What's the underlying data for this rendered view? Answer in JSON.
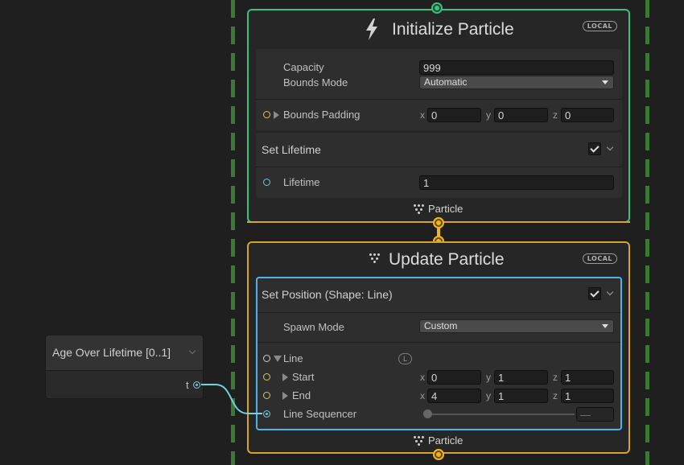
{
  "colors": {
    "background": "#1f1f1f",
    "init_border": "#3cc07a",
    "update_border": "#d9a22b",
    "selected_block": "#4fb3e8",
    "flow_dash": "#3a7a32"
  },
  "initialize": {
    "title": "Initialize Particle",
    "icon": "lightning-icon",
    "badge": "LOCAL",
    "capacity_label": "Capacity",
    "capacity_value": "999",
    "bounds_mode_label": "Bounds Mode",
    "bounds_mode_value": "Automatic",
    "bounds_padding_label": "Bounds Padding",
    "bounds_padding": {
      "x_label": "x",
      "x": "0",
      "y_label": "y",
      "y": "0",
      "z_label": "z",
      "z": "0"
    },
    "set_lifetime": {
      "title": "Set Lifetime",
      "enabled": true,
      "lifetime_label": "Lifetime",
      "lifetime_value": "1"
    },
    "output_label": "Particle"
  },
  "update": {
    "title": "Update Particle",
    "icon": "particles-icon",
    "badge": "LOCAL",
    "set_position": {
      "title": "Set Position (Shape: Line)",
      "enabled": true,
      "spawn_mode_label": "Spawn Mode",
      "spawn_mode_value": "Custom",
      "line_label": "Line",
      "line_space_badge": "L",
      "start_label": "Start",
      "start": {
        "x_label": "x",
        "x": "0",
        "y_label": "y",
        "y": "1",
        "z_label": "z",
        "z": "1"
      },
      "end_label": "End",
      "end": {
        "x_label": "x",
        "x": "4",
        "y_label": "y",
        "y": "1",
        "z_label": "z",
        "z": "1"
      },
      "line_sequencer_label": "Line Sequencer",
      "line_sequencer_value": "—"
    },
    "output_label": "Particle"
  },
  "age_node": {
    "title": "Age Over Lifetime [0..1]",
    "output_label": "t"
  }
}
